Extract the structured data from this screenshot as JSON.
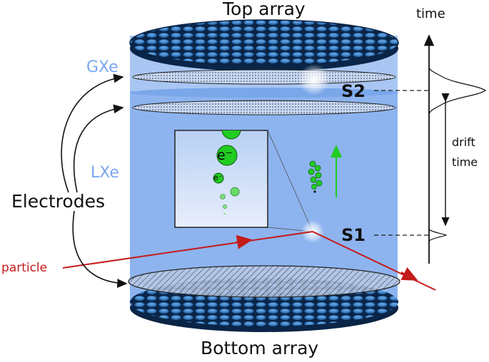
{
  "labels": {
    "top_array": "Top array",
    "bottom_array": "Bottom array",
    "gxe": "GXe",
    "lxe": "LXe",
    "electrodes": "Electrodes",
    "particle": "particle",
    "s2": "S2",
    "s1": "S1",
    "time": "time",
    "drift_line1": "drift",
    "drift_line2": "time",
    "electron_big": "e⁻",
    "electron_small": "e⁻"
  },
  "colors": {
    "liquid": "#8db4ef",
    "gas": "#a9c6f3",
    "phase_label": "#7aa6ee",
    "pmt_dark": "#10325e",
    "pmt_light": "#3a7ec7",
    "particle": "#c41b1b",
    "electron": "#22cc22",
    "arrow_green": "#22cc22"
  }
}
